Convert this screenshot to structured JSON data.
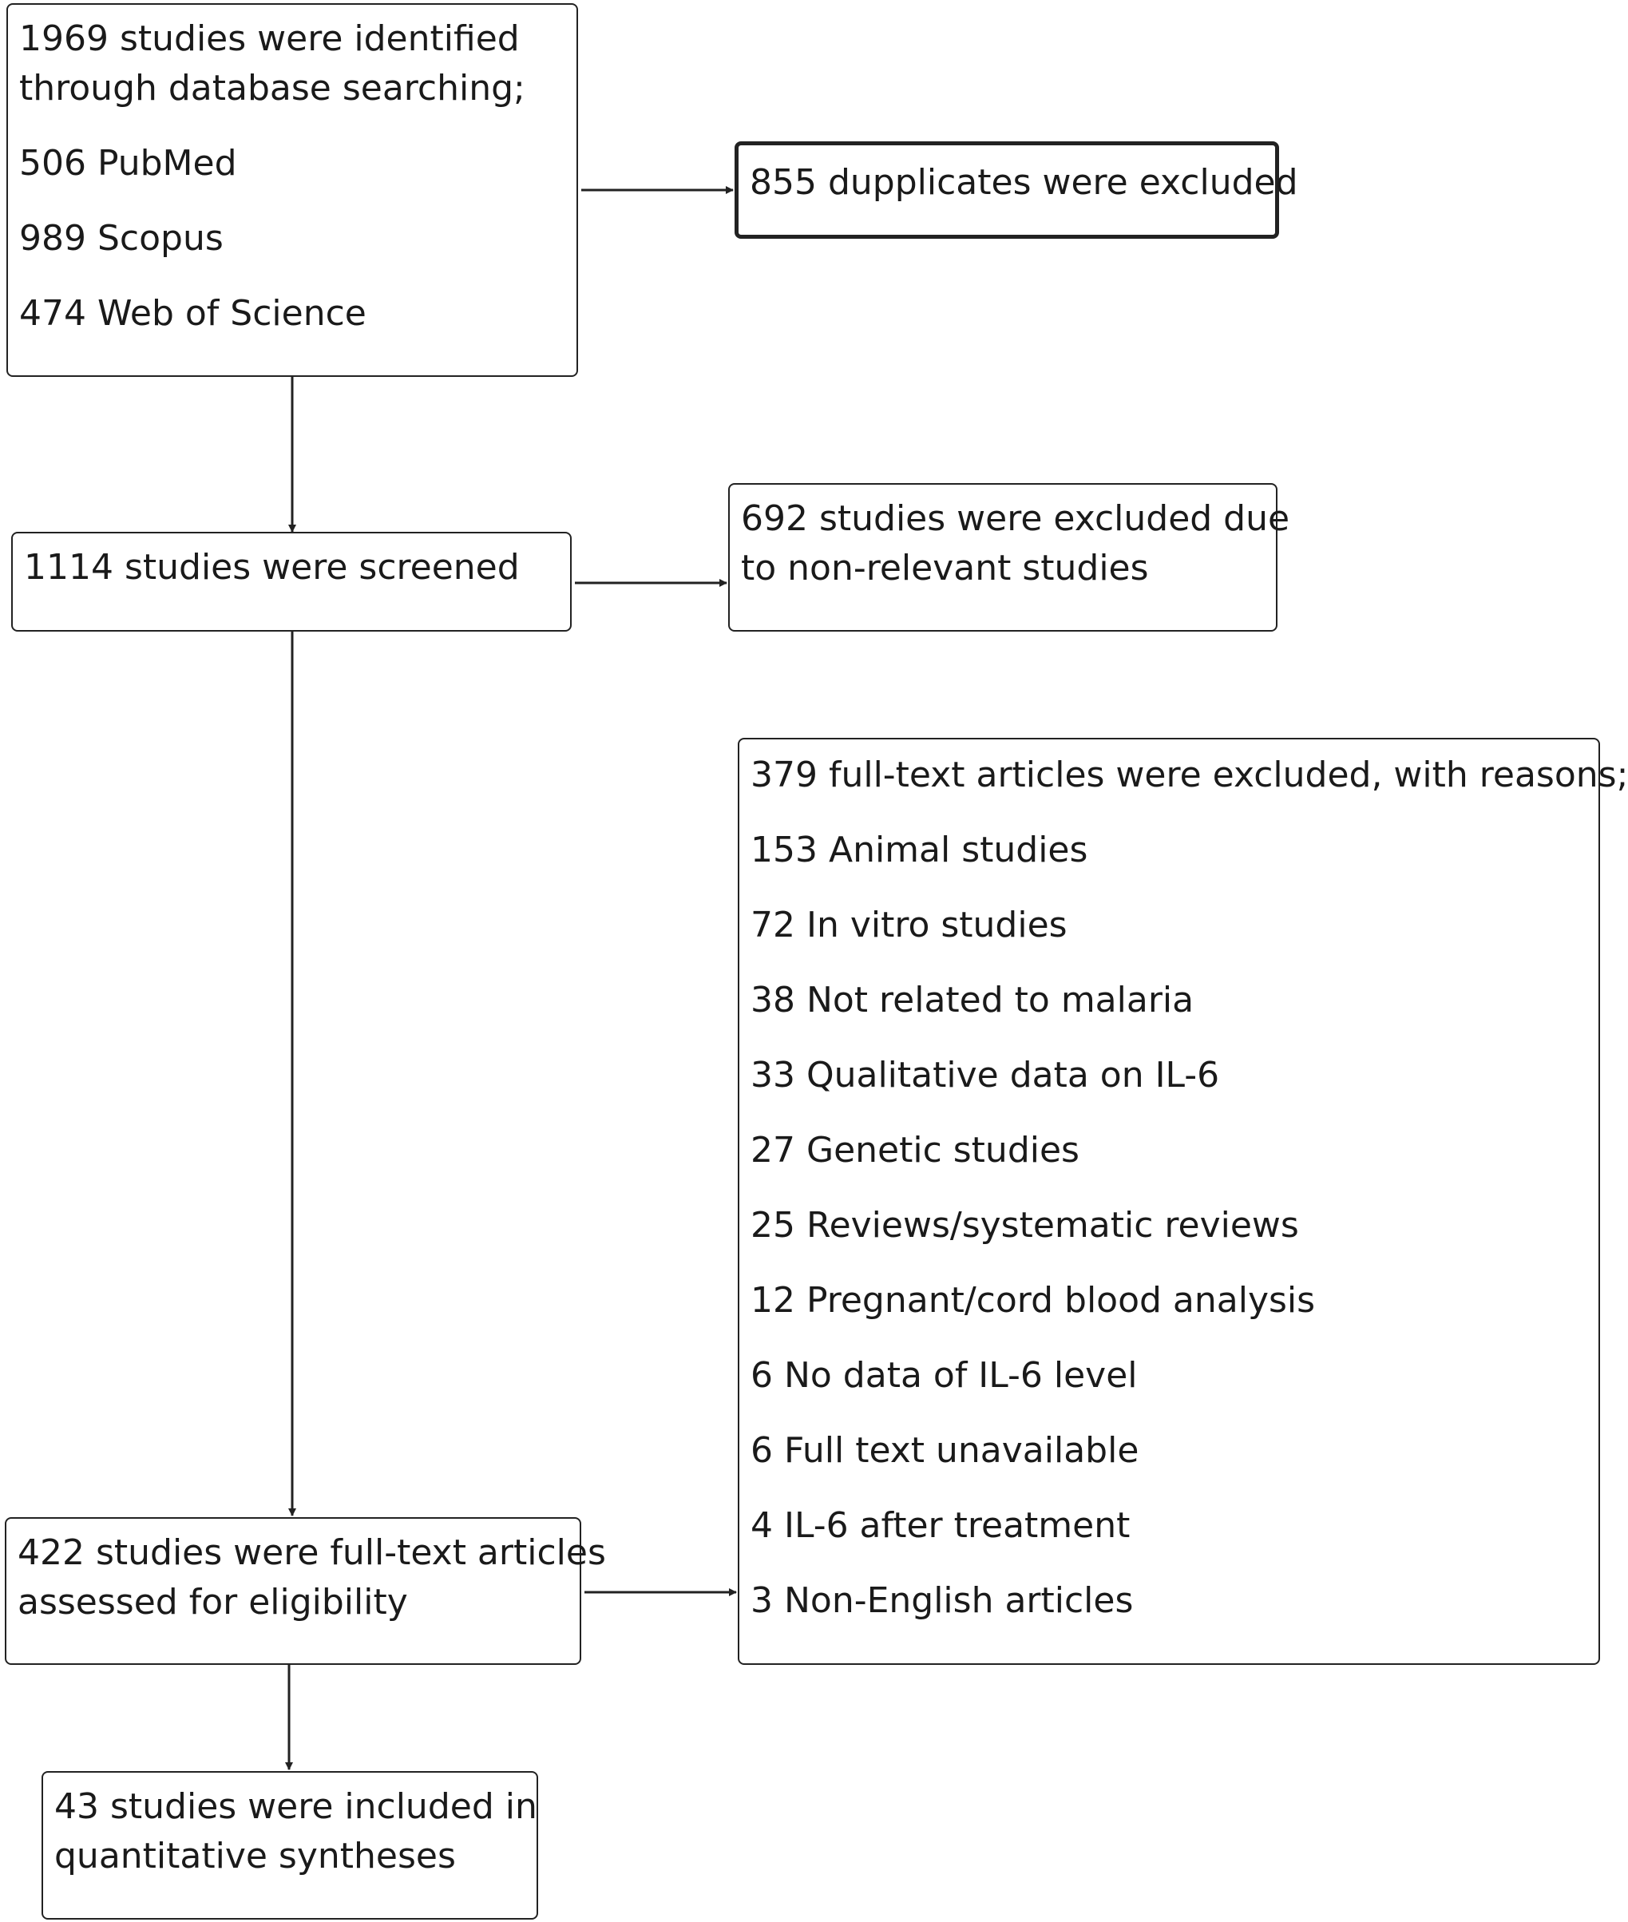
{
  "identification": {
    "intro": [
      "1969 studies were identified",
      "through database searching;"
    ],
    "sources": [
      "506 PubMed",
      "989 Scopus",
      "474 Web of Science"
    ]
  },
  "duplicates": {
    "text": "855 dupplicates were excluded"
  },
  "screening": {
    "text": "1114 studies were screened"
  },
  "screen_excluded": {
    "lines": [
      "692 studies were excluded due",
      "to non-relevant studies"
    ]
  },
  "eligibility": {
    "lines": [
      "422 studies were full-text articles",
      "assessed for eligibility"
    ]
  },
  "fulltext_excluded": {
    "heading": "379 full-text articles were excluded, with reasons;",
    "reasons": [
      "153 Animal studies",
      "72 In vitro studies",
      "38 Not related to malaria",
      "33 Qualitative data on IL-6",
      "27 Genetic studies",
      "25 Reviews/systematic reviews",
      "12 Pregnant/cord blood analysis",
      "6 No data of IL-6 level",
      "6 Full text unavailable",
      "4 IL-6 after treatment",
      "3 Non-English articles"
    ]
  },
  "included": {
    "lines": [
      "43 studies were included in",
      "quantitative syntheses"
    ]
  }
}
